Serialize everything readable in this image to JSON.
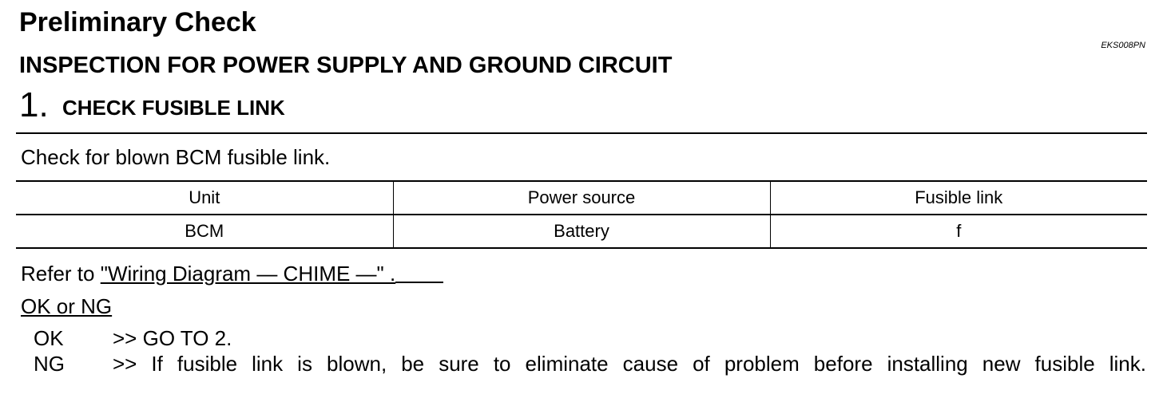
{
  "header": {
    "title": "Preliminary Check",
    "doc_code": "EKS008PN",
    "subtitle": "INSPECTION FOR POWER SUPPLY AND GROUND CIRCUIT"
  },
  "step": {
    "number": "1.",
    "title": "CHECK FUSIBLE LINK",
    "instruction": "Check for blown BCM fusible link."
  },
  "table": {
    "columns": [
      "Unit",
      "Power source",
      "Fusible link"
    ],
    "rows": [
      [
        "BCM",
        "Battery",
        "f"
      ]
    ]
  },
  "refer": {
    "prefix": "Refer to ",
    "link_text": "\"Wiring Diagram — CHIME —\" ."
  },
  "results": {
    "header": "OK or NG",
    "items": [
      {
        "code": "OK",
        "text": ">> GO TO 2."
      },
      {
        "code": "NG",
        "text": ">> If fusible link is blown, be sure to eliminate cause of problem before installing new fusible link."
      }
    ]
  }
}
